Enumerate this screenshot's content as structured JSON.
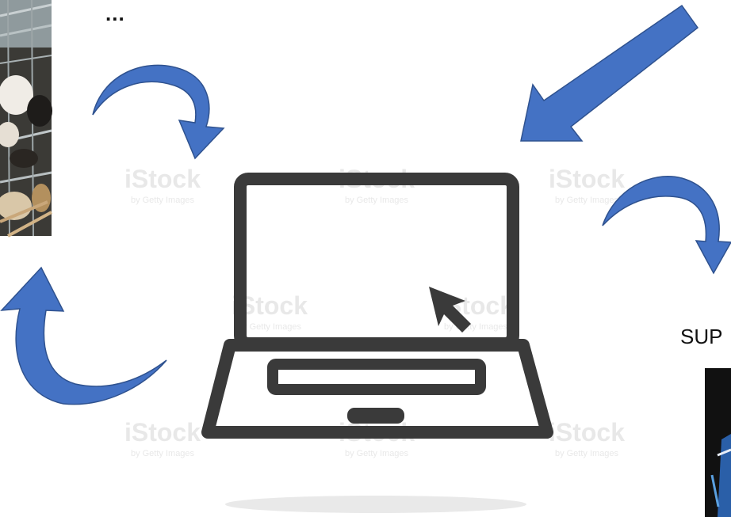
{
  "top_left_caption": "...",
  "right_label": "SUP",
  "watermark": {
    "brand": "iStock",
    "byline": "by Getty Images"
  },
  "colors": {
    "arrow_fill": "#4472c4",
    "arrow_stroke": "#2f528f",
    "laptop": "#3a3a3a",
    "shadow": "#e9e9e9"
  },
  "icons": [
    "laptop-icon",
    "cursor-icon",
    "curved-arrow-icon",
    "straight-arrow-icon"
  ]
}
